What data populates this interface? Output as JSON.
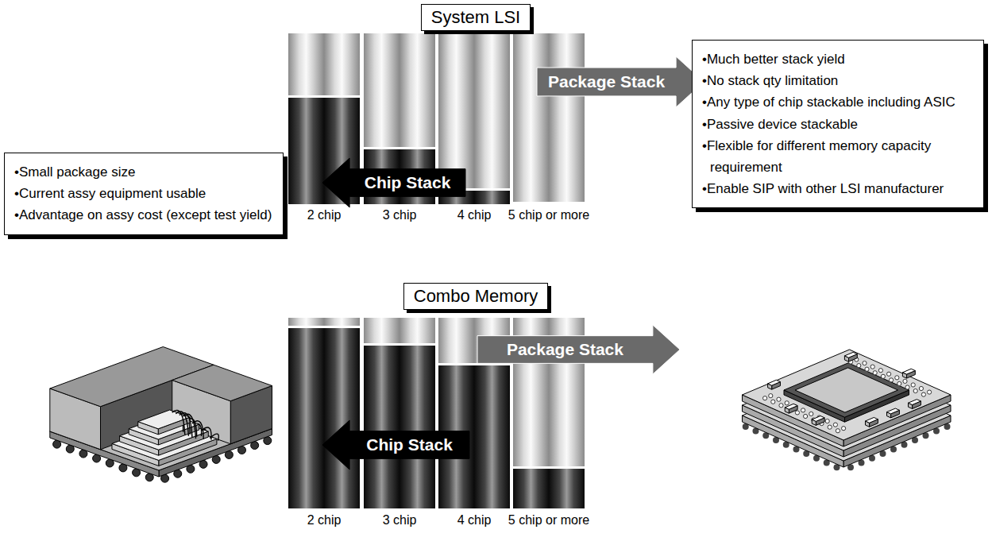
{
  "diagram": {
    "nodes": [
      {
        "text": [
          "System LSI"
        ]
      },
      {
        "text": [
          "Package Stack"
        ],
        "in": 0
      },
      {
        "text": [
          "Chip Stack"
        ],
        "in": 0
      },
      {
        "text": [
          "•Small package size",
          "•Current assy equipment usable",
          "•Advantage on assy cost (except test yield)"
        ]
      },
      {
        "text": [
          "•Much better stack yield",
          "•No stack qty limitation",
          "•Any type of chip stackable including ASIC",
          "•Passive device stackable",
          "•Flexible for different memory capacity requirement",
          "•Enable SIP with other LSI manufacturer"
        ]
      },
      {
        "text": [
          "Combo Memory"
        ]
      },
      {
        "text": [
          "Package Stack"
        ],
        "in": 5
      },
      {
        "text": [
          "Chip Stack"
        ],
        "in": 5
      }
    ],
    "labels": [
      "2 chip",
      "3 chip",
      "4 chip",
      "5 chip or more",
      "2 chip",
      "3 chip",
      "4 chip",
      "5 chip or more"
    ]
  }
}
